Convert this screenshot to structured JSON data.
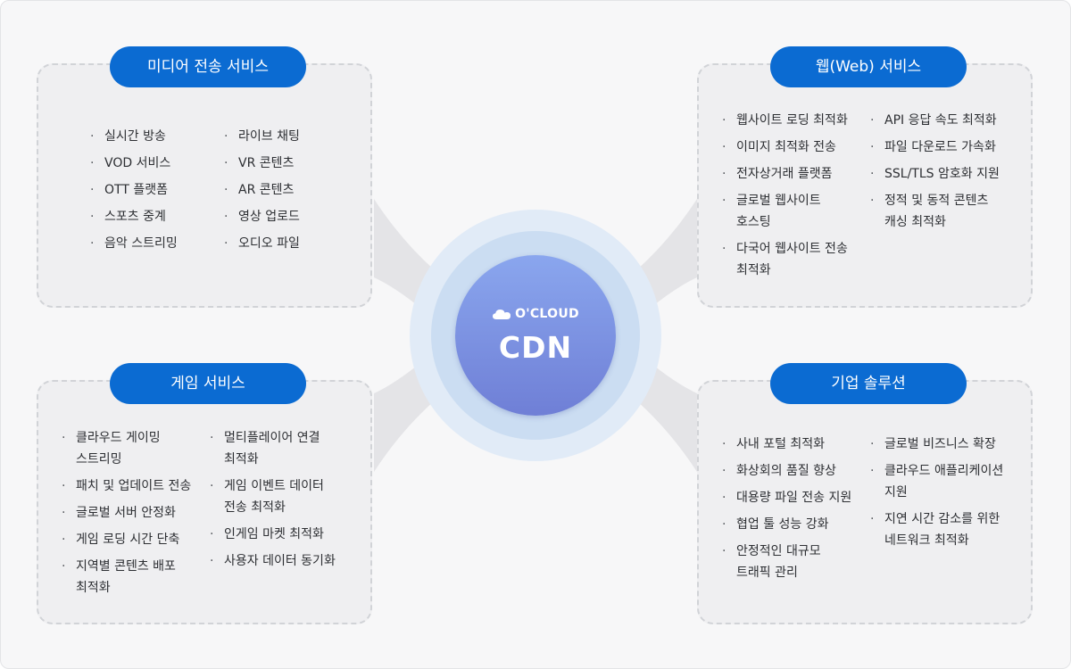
{
  "hub": {
    "brand": "O'CLOUD",
    "icon": "cloud-icon",
    "title": "CDN"
  },
  "colors": {
    "pill": "#0b6bd2",
    "panel_bg": "#efeff1",
    "panel_border": "#d1d3d7",
    "ring_outer": "#e1ebf7",
    "ring_inner": "#cbddf2",
    "core_top": "#8aa6ee",
    "core_bottom": "#6f7fd6",
    "connector": "#e4e4e7"
  },
  "panels": {
    "media": {
      "title": "미디어 전송 서비스",
      "left": [
        "실시간 방송",
        "VOD 서비스",
        "OTT 플랫폼",
        "스포츠 중계",
        "음악 스트리밍"
      ],
      "right": [
        "라이브 채팅",
        "VR 콘텐츠",
        "AR 콘텐츠",
        "영상 업로드",
        "오디오 파일"
      ]
    },
    "web": {
      "title": "웹(Web) 서비스",
      "left": [
        "웹사이트 로딩 최적화",
        "이미지 최적화 전송",
        "전자상거래 플랫폼",
        "글로벌 웹사이트\n호스팅",
        "다국어 웹사이트 전송\n최적화"
      ],
      "right": [
        "API 응답 속도 최적화",
        "파일 다운로드 가속화",
        "SSL/TLS 암호화 지원",
        "정적 및 동적 콘텐츠\n캐싱 최적화"
      ]
    },
    "game": {
      "title": "게임 서비스",
      "left": [
        "클라우드 게이밍\n스트리밍",
        "패치 및 업데이트 전송",
        "글로벌 서버 안정화",
        "게임 로딩 시간 단축",
        "지역별 콘텐츠 배포\n최적화"
      ],
      "right": [
        "멀티플레이어 연결\n최적화",
        "게임 이벤트 데이터\n전송 최적화",
        "인게임 마켓 최적화",
        "사용자 데이터 동기화"
      ]
    },
    "enterprise": {
      "title": "기업 솔루션",
      "left": [
        "사내 포털 최적화",
        "화상회의 품질 향상",
        "대용량 파일 전송 지원",
        "협업 툴 성능 강화",
        "안정적인 대규모\n트래픽 관리"
      ],
      "right": [
        "글로벌 비즈니스 확장",
        "클라우드 애플리케이션\n지원",
        "지연 시간 감소를 위한\n네트워크 최적화"
      ]
    }
  }
}
